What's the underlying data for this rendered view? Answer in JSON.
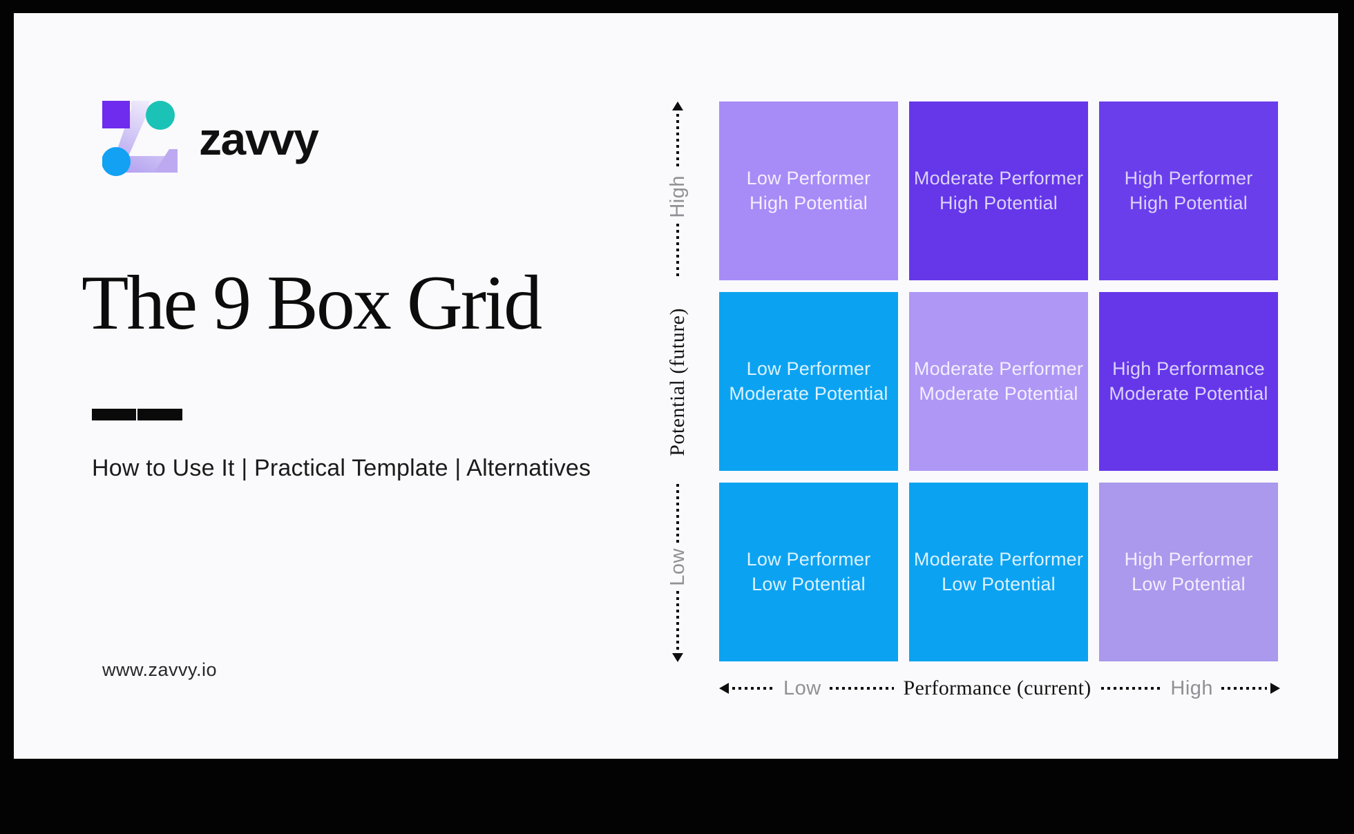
{
  "frame": {
    "bg": "#030303",
    "panel_bg": "#FAFAFC"
  },
  "brand": {
    "logo_text": "zavvy",
    "website": "www.zavvy.io",
    "logo_colors": {
      "square": "#6F2BEE",
      "circle_teal": "#1AC3B6",
      "circle_blue": "#12A1F3",
      "z_gradient_top": "#EFEAFB",
      "z_gradient_bottom": "#B3A1F0"
    }
  },
  "hero": {
    "title": "The 9 Box Grid",
    "subtitle": "How to Use It | Practical Template | Alternatives",
    "divider_color": "#0A0A0A"
  },
  "grid": {
    "y_axis": {
      "label": "Potential (future)",
      "top": "High",
      "bottom": "Low"
    },
    "x_axis": {
      "label": "Performance (current)",
      "left": "Low",
      "right": "High"
    },
    "axis_gray_color": "#909095",
    "axis_serif_color": "#141414",
    "dot_color": "#0E0E0E",
    "cells": [
      {
        "line1": "Low Performer",
        "line2": "High Potential",
        "bg": "#A78BF7",
        "fg": "#F3EEFE"
      },
      {
        "line1": "Moderate Performer",
        "line2": "High Potential",
        "bg": "#6537E9",
        "fg": "#DCD2FA"
      },
      {
        "line1": "High Performer",
        "line2": "High Potential",
        "bg": "#6B3EEC",
        "fg": "#DCD2FA"
      },
      {
        "line1": "Low Performer",
        "line2": "Moderate Potential",
        "bg": "#0BA3F1",
        "fg": "#DCF1FE"
      },
      {
        "line1": "Moderate Performer",
        "line2": "Moderate Potential",
        "bg": "#AF97F5",
        "fg": "#F3EEFE"
      },
      {
        "line1": "High Performance",
        "line2": "Moderate Potential",
        "bg": "#6537E9",
        "fg": "#DCD2FA"
      },
      {
        "line1": "Low Performer",
        "line2": "Low Potential",
        "bg": "#0BA3F1",
        "fg": "#DCF1FE"
      },
      {
        "line1": "Moderate Performer",
        "line2": "Low Potential",
        "bg": "#0BA3F1",
        "fg": "#DCF1FE"
      },
      {
        "line1": "High Performer",
        "line2": "Low Potential",
        "bg": "#AA99EC",
        "fg": "#F3EEFE"
      }
    ]
  }
}
